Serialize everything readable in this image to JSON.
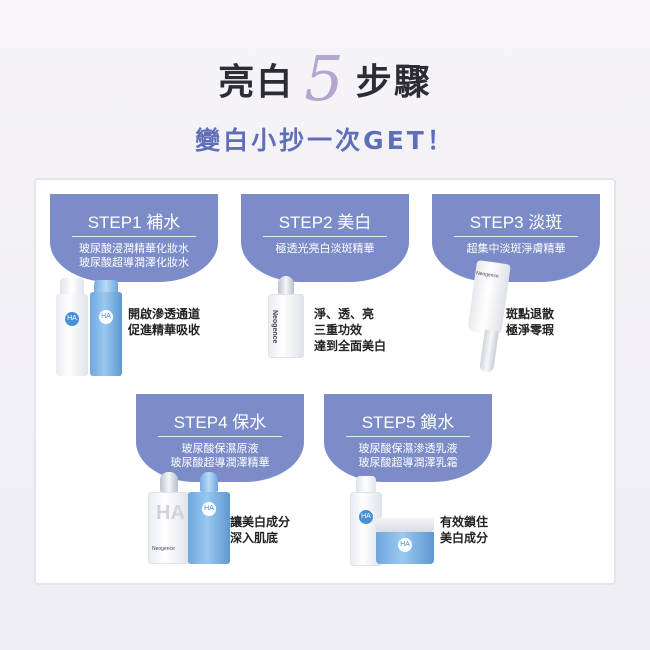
{
  "title": {
    "prefix": "亮白",
    "number": "5",
    "suffix": "步驟",
    "subtitle": "變白小抄一次GET！"
  },
  "steps": [
    {
      "label": "STEP1 補水",
      "desc": [
        "玻尿酸浸潤精華化妝水",
        "玻尿酸超導潤澤化妝水"
      ],
      "note": [
        "開啟滲透通道",
        "促進精華吸收"
      ]
    },
    {
      "label": "STEP2 美白",
      "desc": [
        "極透光亮白淡斑精華"
      ],
      "note": [
        "淨、透、亮",
        "三重功效",
        "達到全面美白"
      ]
    },
    {
      "label": "STEP3 淡斑",
      "desc": [
        "超集中淡斑淨膚精華"
      ],
      "note": [
        "斑點退散",
        "極淨零瑕"
      ]
    },
    {
      "label": "STEP4 保水",
      "desc": [
        "玻尿酸保濕原液",
        "玻尿酸超導潤澤精華"
      ],
      "note": [
        "讓美白成分",
        "深入肌底"
      ]
    },
    {
      "label": "STEP5 鎖水",
      "desc": [
        "玻尿酸保濕滲透乳液",
        "玻尿酸超導潤澤乳霜"
      ],
      "note": [
        "有效鎖住",
        "美白成分"
      ]
    }
  ],
  "products": {
    "brand": "Neogence",
    "ha_mark": "HA"
  },
  "colors": {
    "card": "#7b8cc9",
    "title_accent": "#5f6fb7",
    "number": "#b3a6cf"
  }
}
